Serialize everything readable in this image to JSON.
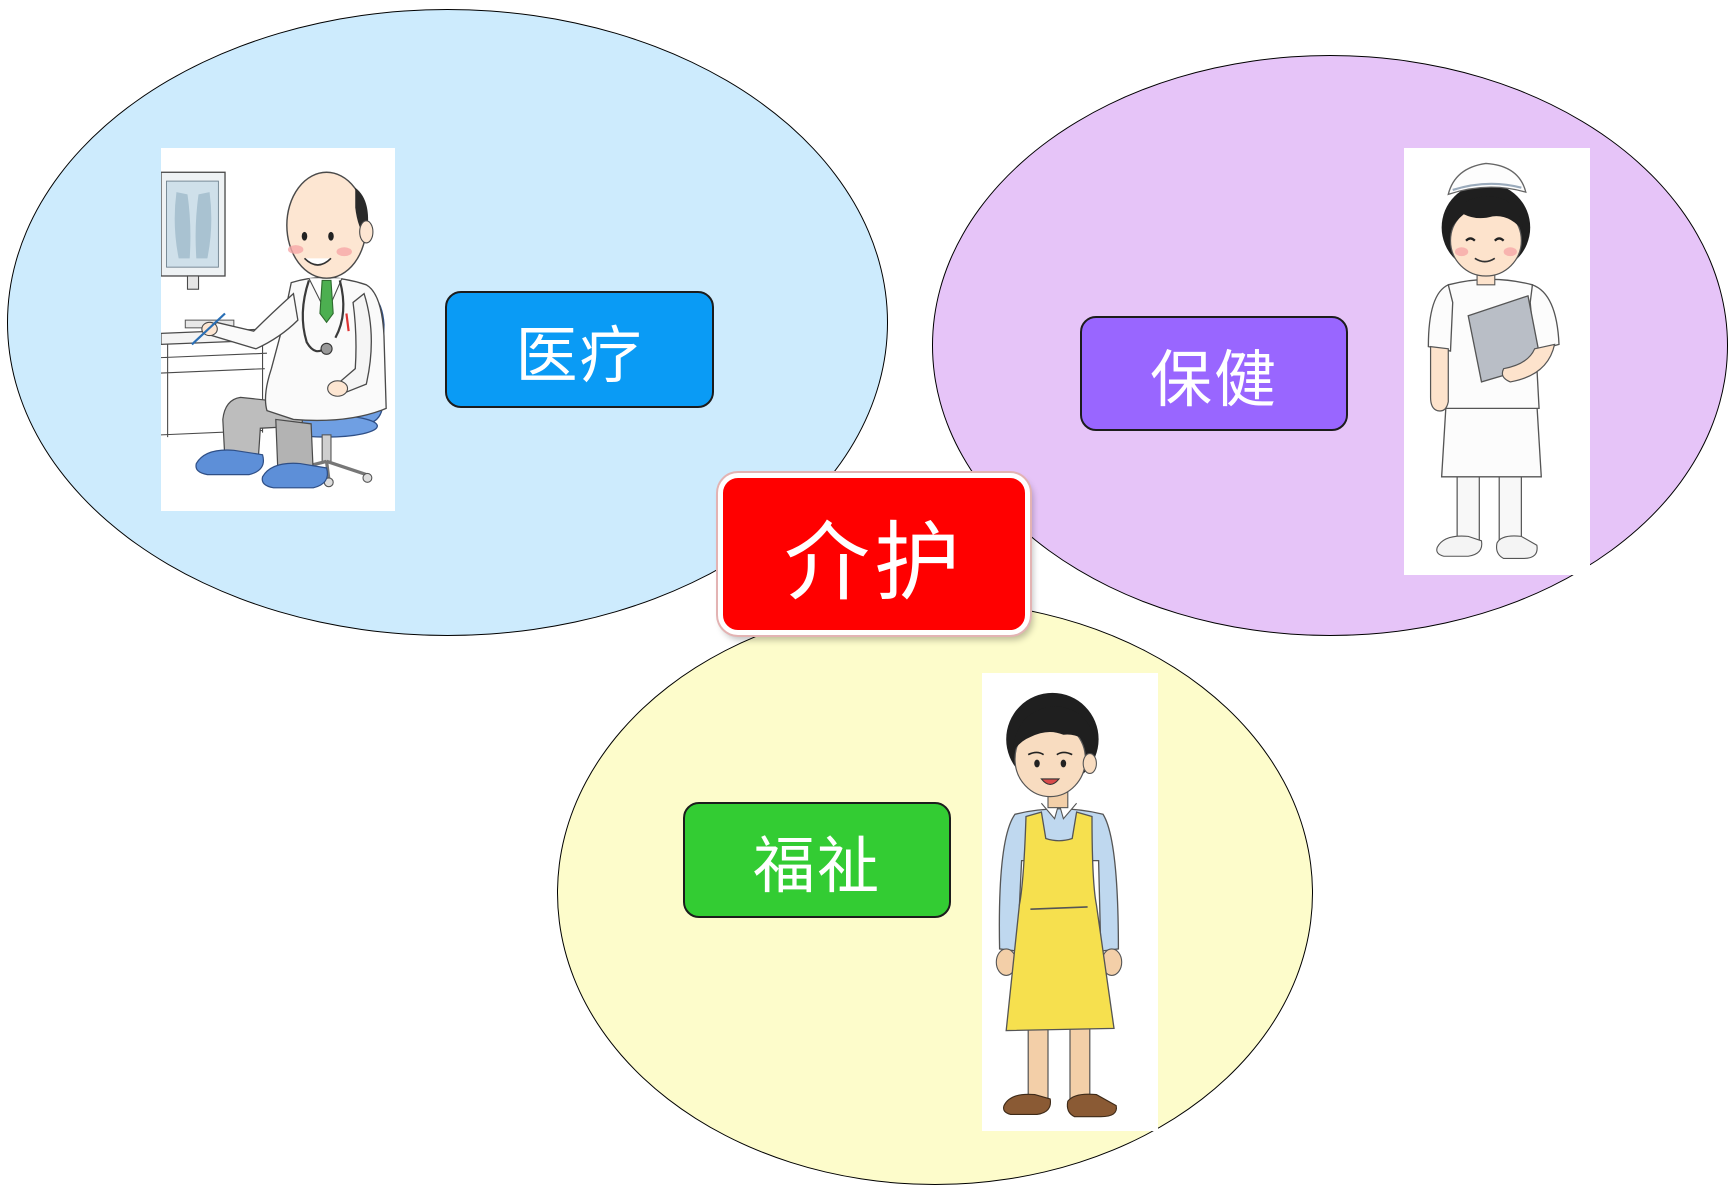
{
  "diagram": {
    "center": {
      "label": "介护",
      "color": "#FF0000"
    },
    "domains": [
      {
        "key": "medical",
        "label": "医疗",
        "label_color": "#0A9BF5",
        "area_fill": "#CDEBFD",
        "illustration": "doctor-illustration"
      },
      {
        "key": "health",
        "label": "保健",
        "label_color": "#9966FF",
        "area_fill": "#E6C4F8",
        "illustration": "nurse-illustration"
      },
      {
        "key": "welfare",
        "label": "福祉",
        "label_color": "#33CC33",
        "area_fill": "#FDFCCB",
        "illustration": "caregiver-illustration"
      }
    ]
  }
}
